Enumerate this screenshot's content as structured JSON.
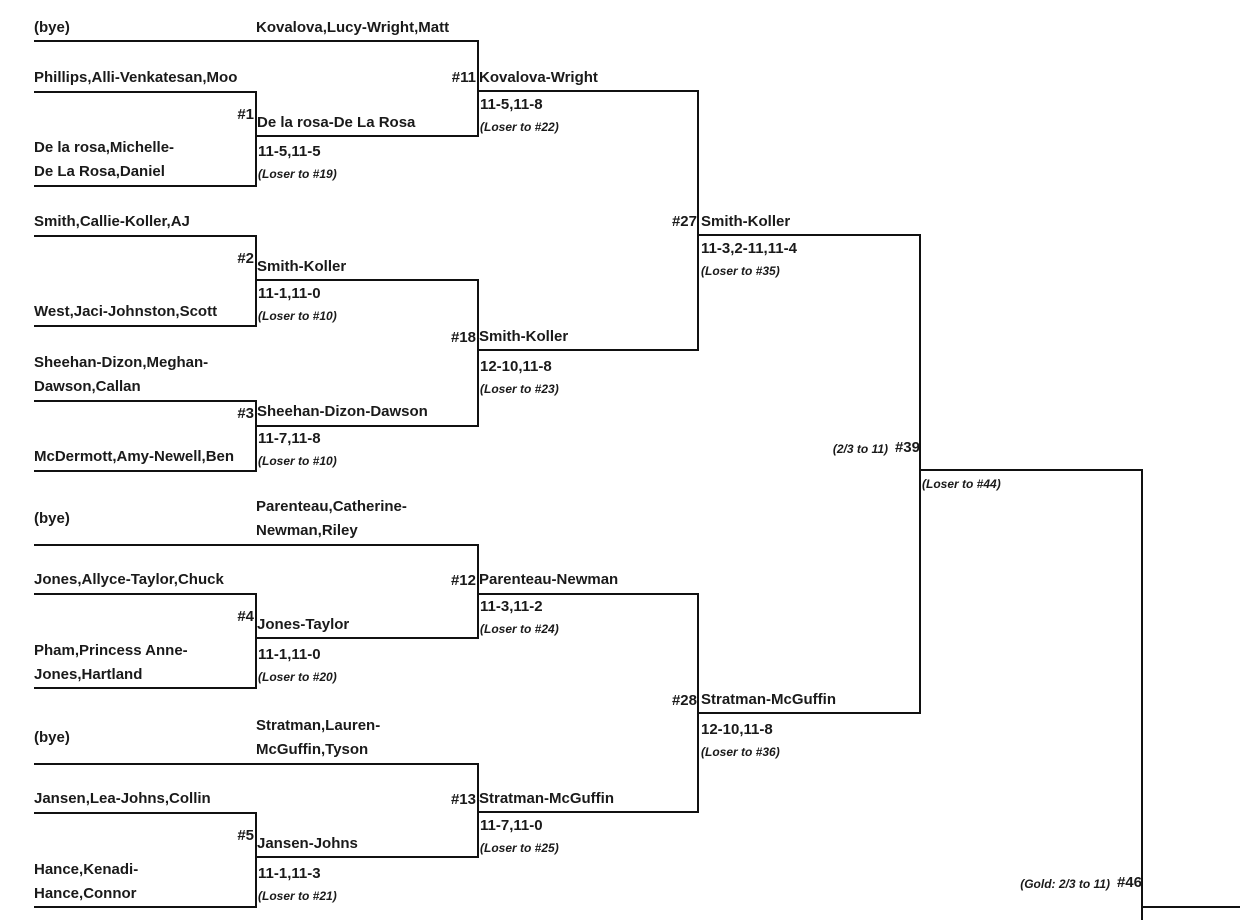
{
  "round1": [
    {
      "line1": "(bye)",
      "line2": ""
    },
    {
      "line1": "Phillips,Alli-Venkatesan,Moo",
      "line2": ""
    },
    {
      "line1": "De la rosa,Michelle-",
      "line2": "De La Rosa,Daniel"
    },
    {
      "line1": "Smith,Callie-Koller,AJ",
      "line2": ""
    },
    {
      "line1": "West,Jaci-Johnston,Scott",
      "line2": ""
    },
    {
      "line1": "Sheehan-Dizon,Meghan-",
      "line2": "Dawson,Callan"
    },
    {
      "line1": "McDermott,Amy-Newell,Ben",
      "line2": ""
    },
    {
      "line1": "(bye)",
      "line2": ""
    },
    {
      "line1": "Jones,Allyce-Taylor,Chuck",
      "line2": ""
    },
    {
      "line1": "Pham,Princess Anne-",
      "line2": "Jones,Hartland"
    },
    {
      "line1": "(bye)",
      "line2": ""
    },
    {
      "line1": "Jansen,Lea-Johns,Collin",
      "line2": ""
    },
    {
      "line1": "Hance,Kenadi-",
      "line2": "Hance,Connor"
    }
  ],
  "round2_entries": [
    {
      "line1": "Kovalova,Lucy-Wright,Matt",
      "line2": ""
    },
    {
      "line1": "Parenteau,Catherine-",
      "line2": "Newman,Riley"
    },
    {
      "line1": "Stratman,Lauren-",
      "line2": "McGuffin,Tyson"
    }
  ],
  "matches": [
    {
      "num": "#1",
      "winner": "De la rosa-De La Rosa",
      "score": "11-5,11-5",
      "note": "(Loser to #19)"
    },
    {
      "num": "#2",
      "winner": "Smith-Koller",
      "score": "11-1,11-0",
      "note": "(Loser to #10)"
    },
    {
      "num": "#3",
      "winner": "Sheehan-Dizon-Dawson",
      "score": "11-7,11-8",
      "note": "(Loser to #10)"
    },
    {
      "num": "#4",
      "winner": "Jones-Taylor",
      "score": "11-1,11-0",
      "note": "(Loser to #20)"
    },
    {
      "num": "#5",
      "winner": "Jansen-Johns",
      "score": "11-1,11-3",
      "note": "(Loser to #21)"
    },
    {
      "num": "#11",
      "winner": "Kovalova-Wright",
      "score": "11-5,11-8",
      "note": "(Loser to #22)"
    },
    {
      "num": "#18",
      "winner": "Smith-Koller",
      "score": "12-10,11-8",
      "note": "(Loser to #23)"
    },
    {
      "num": "#12",
      "winner": "Parenteau-Newman",
      "score": "11-3,11-2",
      "note": "(Loser to #24)"
    },
    {
      "num": "#13",
      "winner": "Stratman-McGuffin",
      "score": "11-7,11-0",
      "note": "(Loser to #25)"
    },
    {
      "num": "#27",
      "winner": "Smith-Koller",
      "score": "11-3,2-11,11-4",
      "note": "(Loser to #35)"
    },
    {
      "num": "#28",
      "winner": "Stratman-McGuffin",
      "score": "12-10,11-8",
      "note": "(Loser to #36)"
    },
    {
      "num": "#39",
      "format": "(2/3 to 11)",
      "note": "(Loser to #44)"
    },
    {
      "num": "#46",
      "format": "(Gold: 2/3 to 11)"
    }
  ]
}
